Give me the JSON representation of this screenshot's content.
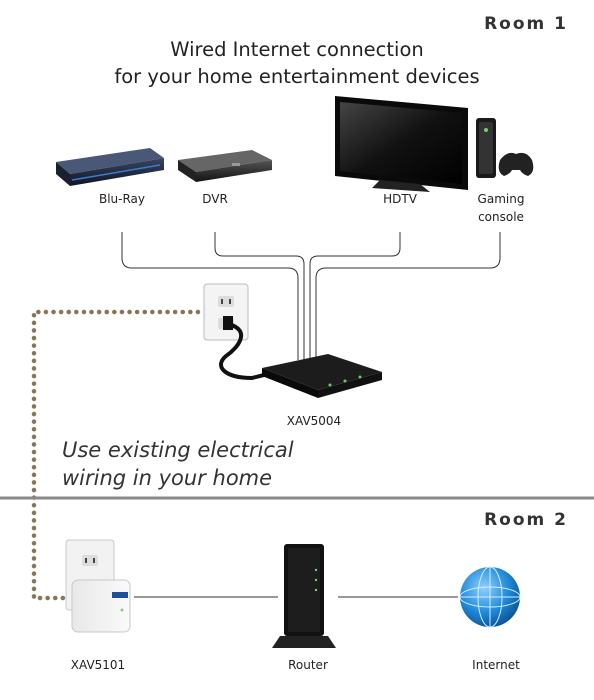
{
  "rooms": {
    "room1": "Room 1",
    "room2": "Room 2"
  },
  "headline": {
    "line1": "Wired Internet connection",
    "line2": "for your home entertainment devices"
  },
  "devices": {
    "bluray": "Blu-Ray",
    "dvr": "DVR",
    "hdtv": "HDTV",
    "gaming_line1": "Gaming",
    "gaming_line2": "console",
    "xav5004": "XAV5004",
    "xav5101": "XAV5101",
    "router": "Router",
    "internet": "Internet"
  },
  "caption": {
    "line1": "Use existing electrical",
    "line2": "wiring in your home"
  },
  "colors": {
    "dotted_wire": "#8b7355",
    "ethernet_line": "#333333",
    "divider": "#8a8a8a",
    "globe": "#1e88d8"
  },
  "icons": [
    "bluray-player-icon",
    "dvr-icon",
    "hdtv-icon",
    "game-console-icon",
    "wall-outlet-icon",
    "powerline-adapter-icon",
    "router-icon",
    "internet-globe-icon"
  ]
}
